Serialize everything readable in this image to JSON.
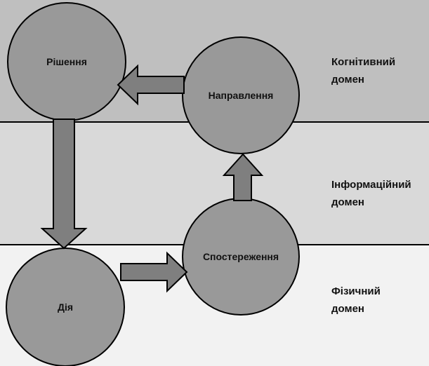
{
  "colors": {
    "band_cognitive": "#bfbfbf",
    "band_information": "#d9d9d9",
    "band_physical": "#f2f2f2",
    "node_fill": "#999999",
    "node_stroke": "#000000",
    "arrow_fill": "#7f7f7f",
    "arrow_stroke": "#000000"
  },
  "domains": [
    {
      "line1": "Когнітивний",
      "line2": "домен"
    },
    {
      "line1": "Інформаційний",
      "line2": "домен"
    },
    {
      "line1": "Фізичний",
      "line2": "домен"
    }
  ],
  "nodes": {
    "decision": "Рішення",
    "direction": "Направлення",
    "observation": "Спостереження",
    "action": "Дія"
  },
  "edges": [
    {
      "from": "decision",
      "to": "action"
    },
    {
      "from": "action",
      "to": "observation"
    },
    {
      "from": "observation",
      "to": "direction"
    },
    {
      "from": "direction",
      "to": "decision"
    }
  ]
}
